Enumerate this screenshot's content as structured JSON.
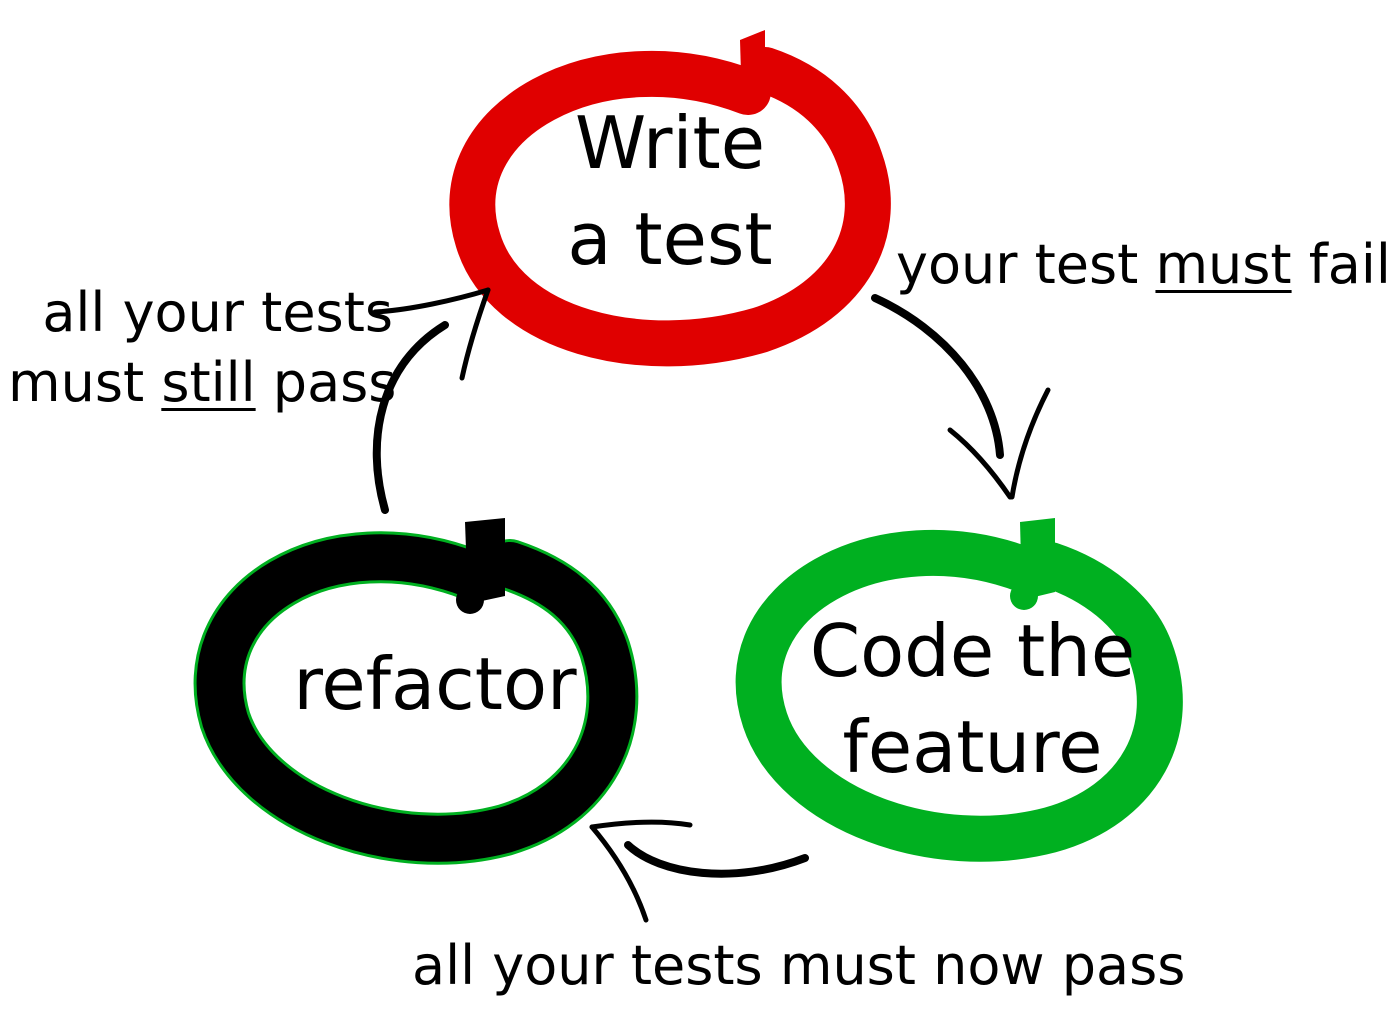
{
  "nodes": {
    "write": {
      "line1": "Write",
      "line2": "a test",
      "color": "#e00000"
    },
    "code": {
      "line1": "Code the",
      "line2": "feature",
      "color": "#00b020"
    },
    "refactor": {
      "line1": "refactor",
      "color": "#000000"
    }
  },
  "edges": {
    "write_to_code": {
      "before": "your test ",
      "emphasis": "must",
      "after": " fail"
    },
    "code_to_refactor": {
      "text": "all your tests must now pass"
    },
    "refactor_to_write": {
      "line1": "all your tests",
      "line2_before": "must ",
      "line2_emphasis": "still",
      "line2_after": " pass"
    }
  },
  "colors": {
    "background": "#ffffff",
    "text": "#000000",
    "arrow": "#000000"
  }
}
